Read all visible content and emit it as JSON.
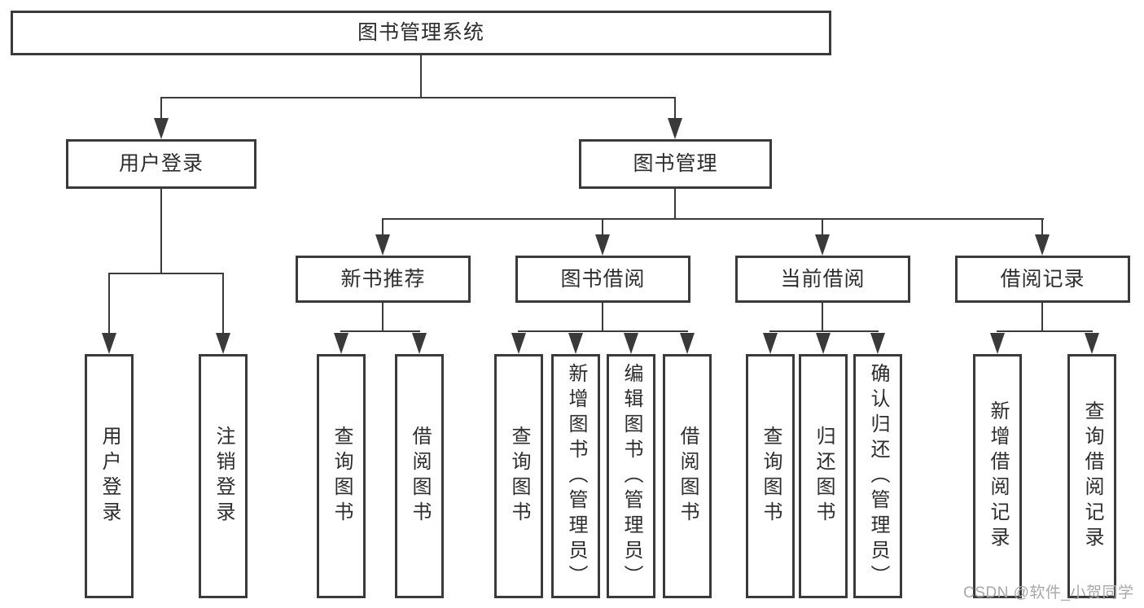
{
  "diagram": {
    "root": {
      "label": "图书管理系统"
    },
    "branches": [
      {
        "label": "用户登录",
        "children": [
          {
            "label": "用户登录"
          },
          {
            "label": "注销登录"
          }
        ]
      },
      {
        "label": "图书管理",
        "children": [
          {
            "label": "新书推荐",
            "children": [
              {
                "label": "查询图书"
              },
              {
                "label": "借阅图书"
              }
            ]
          },
          {
            "label": "图书借阅",
            "children": [
              {
                "label": "查询图书"
              },
              {
                "label": "新增图书（管理员）"
              },
              {
                "label": "编辑图书（管理员）"
              },
              {
                "label": "借阅图书"
              }
            ]
          },
          {
            "label": "当前借阅",
            "children": [
              {
                "label": "查询图书"
              },
              {
                "label": "归还图书"
              },
              {
                "label": "确认归还（管理员）"
              }
            ]
          },
          {
            "label": "借阅记录",
            "children": [
              {
                "label": "新增借阅记录"
              },
              {
                "label": "查询借阅记录"
              }
            ]
          }
        ]
      }
    ],
    "watermark": "CSDN @软件_小贺同学",
    "colors": {
      "line": "#3a3a3a",
      "box_border": "#3a3a3a",
      "text": "#2d2d2d",
      "watermark": "#a8a8a8",
      "background": "#ffffff"
    }
  }
}
